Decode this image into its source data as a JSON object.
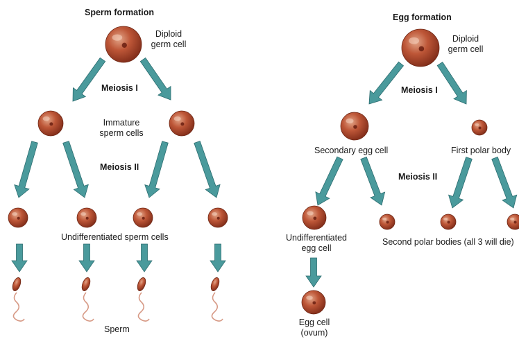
{
  "sperm": {
    "title": "Sperm formation",
    "diploid": [
      "Diploid",
      "germ cell"
    ],
    "meiosis1": "Meiosis I",
    "immature": [
      "Immature",
      "sperm cells"
    ],
    "meiosis2": "Meiosis II",
    "undiff": "Undifferentiated sperm cells",
    "result": "Sperm"
  },
  "egg": {
    "title": "Egg formation",
    "diploid": [
      "Diploid",
      "germ cell"
    ],
    "meiosis1": "Meiosis I",
    "secondary": "Secondary egg cell",
    "first_polar": "First polar body",
    "meiosis2": "Meiosis II",
    "undiff": [
      "Undifferentiated",
      "egg cell"
    ],
    "second_polar": "Second polar bodies (all 3 will die)",
    "result": [
      "Egg cell",
      "(ovum)"
    ]
  },
  "colors": {
    "cell": "#b5482e",
    "arrow": "#3f8f92"
  }
}
